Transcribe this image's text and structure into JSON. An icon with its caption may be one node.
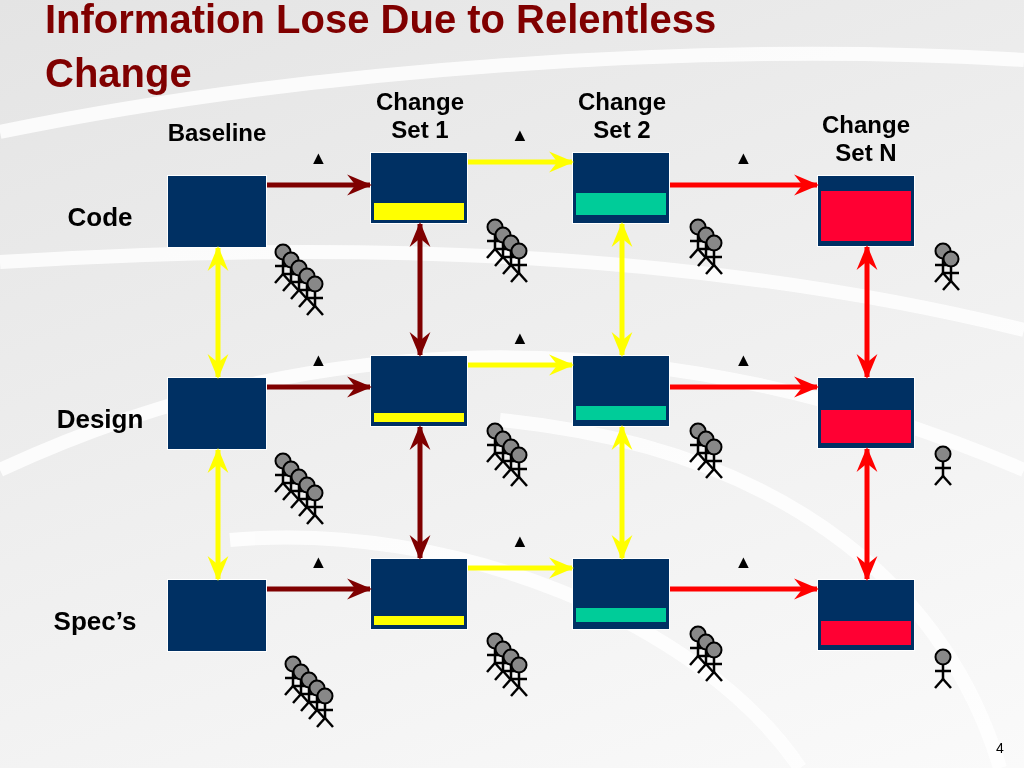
{
  "diagram": {
    "title": "Information Lose Due to Relentless Change",
    "nodes": [
      {
        "text": [],
        "shape": "box",
        "beside": [
          "Baseline",
          "Code"
        ]
      },
      {
        "text": [],
        "shape": "box",
        "beside": [
          "Change Set 1"
        ]
      },
      {
        "text": [],
        "shape": "box",
        "beside": [
          "Change Set 2"
        ]
      },
      {
        "text": [],
        "shape": "box",
        "beside": [
          "Change Set N"
        ]
      },
      {
        "text": [],
        "shape": "box",
        "beside": [
          "Design"
        ]
      },
      {
        "text": [],
        "shape": "box"
      },
      {
        "text": [],
        "shape": "box"
      },
      {
        "text": [],
        "shape": "box"
      },
      {
        "text": [],
        "shape": "box",
        "beside": [
          "Spec’s"
        ]
      },
      {
        "text": [],
        "shape": "box"
      },
      {
        "text": [],
        "shape": "box"
      },
      {
        "text": [],
        "shape": "box"
      },
      {
        "text": [],
        "shape": "bar",
        "in": 1
      },
      {
        "text": [],
        "shape": "bar",
        "in": 2
      },
      {
        "text": [],
        "shape": "bar",
        "in": 3
      },
      {
        "text": [],
        "shape": "bar",
        "in": 5
      },
      {
        "text": [],
        "shape": "bar",
        "in": 6
      },
      {
        "text": [],
        "shape": "bar",
        "in": 7
      },
      {
        "text": [],
        "shape": "bar",
        "in": 9
      },
      {
        "text": [],
        "shape": "bar",
        "in": 10
      },
      {
        "text": [],
        "shape": "bar",
        "in": 11
      }
    ],
    "edges": [
      {
        "from": 0,
        "to": 1,
        "arrow": "to",
        "label": "▲",
        "color": "#7f0000"
      },
      {
        "from": 1,
        "to": 2,
        "arrow": "to",
        "label": "▲"
      },
      {
        "from": 2,
        "to": 3,
        "arrow": "to",
        "label": "▲",
        "color": "#ff0000"
      },
      {
        "from": 4,
        "to": 5,
        "arrow": "to",
        "label": "▲",
        "color": "#7f0000"
      },
      {
        "from": 5,
        "to": 6,
        "arrow": "to",
        "label": "▲"
      },
      {
        "from": 6,
        "to": 7,
        "arrow": "to",
        "label": "▲",
        "color": "#ff0000"
      },
      {
        "from": 8,
        "to": 9,
        "arrow": "to",
        "label": "▲",
        "color": "#7f0000"
      },
      {
        "from": 9,
        "to": 10,
        "arrow": "to",
        "label": "▲"
      },
      {
        "from": 10,
        "to": 11,
        "arrow": "to",
        "label": "▲",
        "color": "#ff0000"
      },
      {
        "from": 0,
        "to": 4,
        "arrow": "both"
      },
      {
        "from": 1,
        "to": 5,
        "arrow": "both",
        "color": "#7f0000"
      },
      {
        "from": 2,
        "to": 6,
        "arrow": "both"
      },
      {
        "from": 3,
        "to": 7,
        "arrow": "both",
        "color": "#ff0000"
      },
      {
        "from": 4,
        "to": 8,
        "arrow": "both"
      },
      {
        "from": 5,
        "to": 9,
        "arrow": "both",
        "color": "#7f0000"
      },
      {
        "from": 6,
        "to": 10,
        "arrow": "both"
      },
      {
        "from": 7,
        "to": 11,
        "arrow": "both",
        "color": "#ff0000"
      }
    ],
    "labels": [
      "4"
    ]
  }
}
